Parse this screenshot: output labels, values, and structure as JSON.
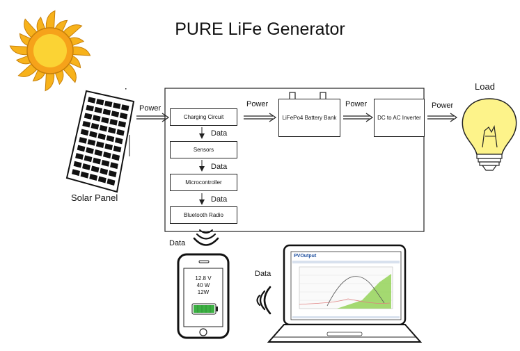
{
  "title": "PURE LiFe Generator",
  "labels": {
    "solar_panel": "Solar Panel",
    "load": "Load",
    "power": "Power",
    "data": "Data"
  },
  "blocks": {
    "charging_circuit": "Charging Circuit",
    "sensors": "Sensors",
    "microcontroller": "Microcontroller",
    "bluetooth_radio": "Bluetooth Radio",
    "battery_bank": "LiFePo4 Battery Bank",
    "inverter": "DC to AC Inverter"
  },
  "phone": {
    "voltage": "12.8 V",
    "power_in": "40 W",
    "power_out": "12W"
  },
  "laptop": {
    "logo": "PVOutput"
  },
  "colors": {
    "sun": "#f7b21b",
    "sun_center": "#fbd334",
    "battery_green": "#3cb043",
    "chart_green": "#8fd14f",
    "pv_blue": "#1d4e9e"
  }
}
